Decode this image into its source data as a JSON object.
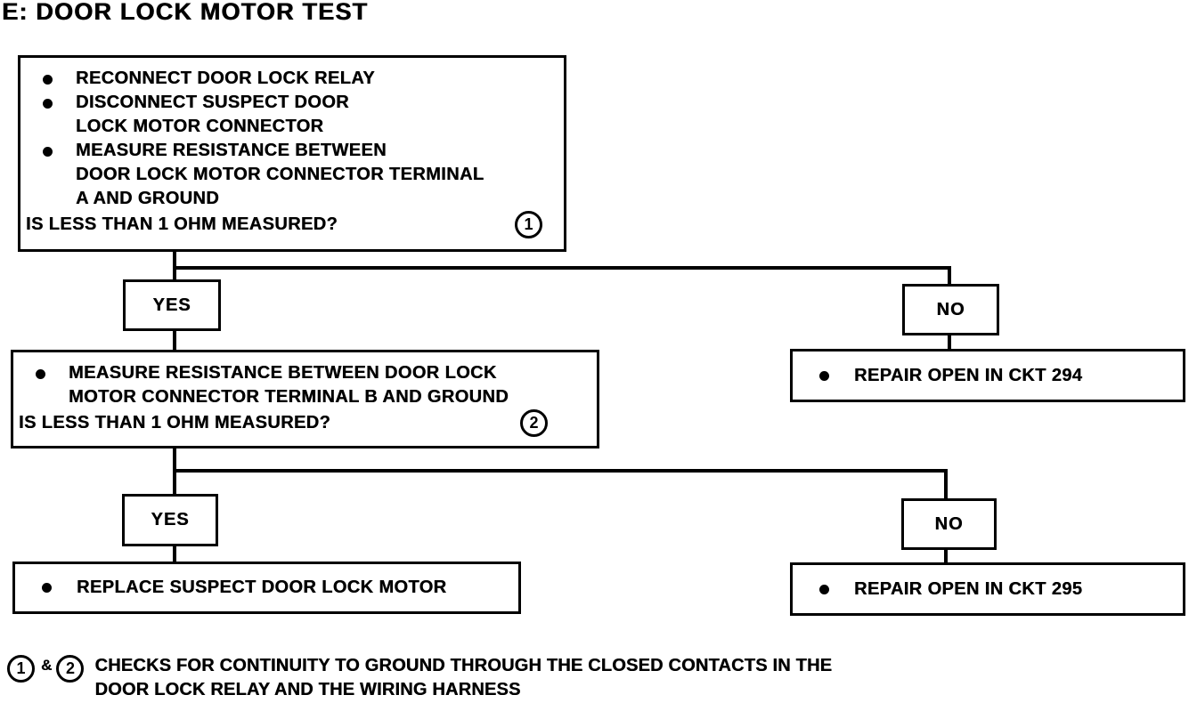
{
  "page": {
    "title": "E: DOOR LOCK MOTOR TEST"
  },
  "flow": {
    "step1": {
      "bullets": [
        {
          "lines": [
            "RECONNECT DOOR LOCK RELAY"
          ]
        },
        {
          "lines": [
            "DISCONNECT SUSPECT DOOR",
            "LOCK MOTOR CONNECTOR"
          ]
        },
        {
          "lines": [
            "MEASURE RESISTANCE BETWEEN",
            "DOOR LOCK MOTOR CONNECTOR TERMINAL",
            "A AND GROUND"
          ]
        }
      ],
      "question": "IS LESS THAN 1 OHM MEASURED?",
      "ref": "1"
    },
    "branch1": {
      "yes": "YES",
      "no": "NO"
    },
    "no1_action": "REPAIR OPEN IN CKT 294",
    "step2": {
      "bullets": [
        {
          "lines": [
            "MEASURE RESISTANCE BETWEEN DOOR LOCK",
            "MOTOR CONNECTOR TERMINAL B AND GROUND"
          ]
        }
      ],
      "question": "IS LESS THAN 1 OHM MEASURED?",
      "ref": "2"
    },
    "branch2": {
      "yes": "YES",
      "no": "NO"
    },
    "yes2_action": "REPLACE SUSPECT DOOR LOCK MOTOR",
    "no2_action": "REPAIR OPEN IN CKT 295"
  },
  "footnote": {
    "ref1": "1",
    "joiner": "&",
    "ref2": "2",
    "line1": "CHECKS FOR CONTINUITY TO GROUND THROUGH THE CLOSED CONTACTS IN THE",
    "line2": "DOOR LOCK RELAY AND THE WIRING HARNESS"
  },
  "colors": {
    "ink": "#000000",
    "paper": "#ffffff"
  }
}
